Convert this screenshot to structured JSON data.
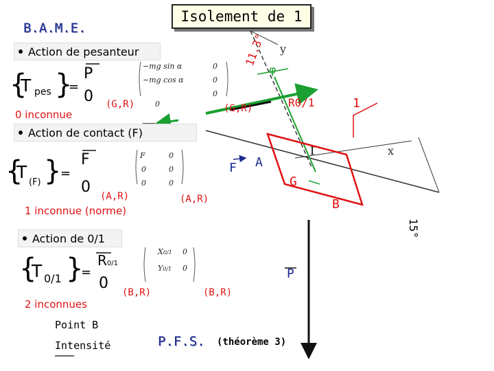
{
  "header": {
    "title": "Isolement de 1",
    "left_label": "B.A.M.E."
  },
  "sections": {
    "pesanteur": {
      "bullet": "Action de pesanteur",
      "torseur_symbol": "T",
      "torseur_sub": "pes",
      "vec_resultant": "P",
      "vec_moment": "0",
      "equals": "=",
      "matrix": [
        "−mg sin α",
        "0",
        "−mg cos α",
        "0",
        "0",
        "0"
      ],
      "point": "(G,R)",
      "unknowns": "0 inconnue"
    },
    "contact": {
      "bullet": "Action de contact (F)",
      "torseur_symbol": "T",
      "torseur_sub": "(F)",
      "vec_resultant": "F",
      "vec_moment": "0",
      "equals": "=",
      "matrix": [
        "F",
        "0",
        "0",
        "0",
        "0",
        "0"
      ],
      "point": "(A,R)",
      "unknowns": "1 inconnue (norme)"
    },
    "liaison": {
      "bullet": "Action de 0/1",
      "torseur_symbol": "T",
      "torseur_sub": "0/1",
      "vec_resultant": "R",
      "vec_resultant_sub": "0/1",
      "vec_moment": "0",
      "equals": "=",
      "matrix": [
        "X",
        "0/1",
        "Y",
        "0/1",
        "0",
        "0"
      ],
      "point": "(B,R)",
      "unknowns": "2 inconnues",
      "point_note_1": "Point B",
      "point_note_2": "Intensité"
    }
  },
  "figure": {
    "label_y": "y",
    "label_x": "x",
    "label_phi": "φ",
    "angle_1": "11.3°",
    "angle_2": "15°",
    "label_R01": "R0/1",
    "label_1": "1",
    "label_I": "I",
    "label_F": "F",
    "label_A": "A",
    "label_G": "G",
    "label_B": "B",
    "label_P": "P",
    "point_pes": "(G,R)",
    "point_contact": "(A,R)",
    "point_liaison": "(B,R)"
  },
  "footer": {
    "pfs": "P.F.S.",
    "theorem": "(théorème 3)"
  },
  "colors": {
    "red": "#e01010",
    "blue": "#1a2a8c",
    "green": "#1aa030",
    "dark": "#111111"
  }
}
